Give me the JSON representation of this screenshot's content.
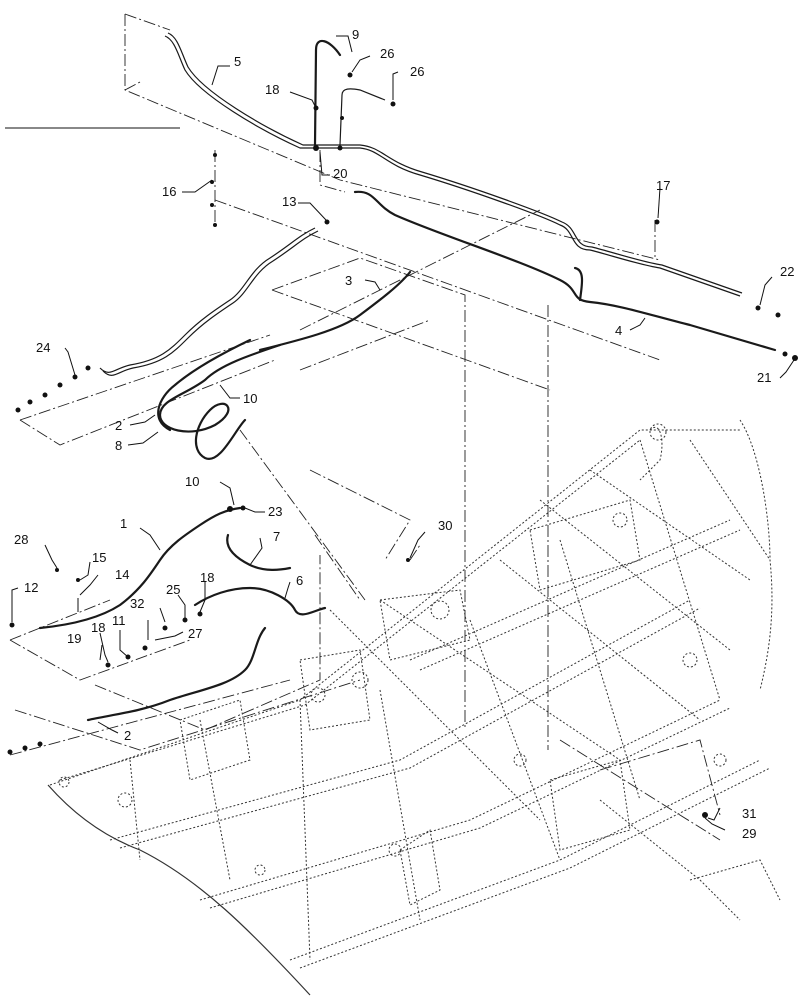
{
  "callouts": {
    "c1": "1",
    "c2a": "2",
    "c2b": "2",
    "c3": "3",
    "c4": "4",
    "c5": "5",
    "c6": "6",
    "c7": "7",
    "c8": "8",
    "c9": "9",
    "c10a": "10",
    "c10b": "10",
    "c11": "11",
    "c12": "12",
    "c13": "13",
    "c14": "14",
    "c15": "15",
    "c16": "16",
    "c17": "17",
    "c18a": "18",
    "c18b": "18",
    "c18c": "18",
    "c19": "19",
    "c20": "20",
    "c21": "21",
    "c22": "22",
    "c23": "23",
    "c24": "24",
    "c25": "25",
    "c26a": "26",
    "c26b": "26",
    "c27": "27",
    "c28": "28",
    "c29": "29",
    "c30": "30",
    "c31": "31",
    "c32": "32"
  }
}
